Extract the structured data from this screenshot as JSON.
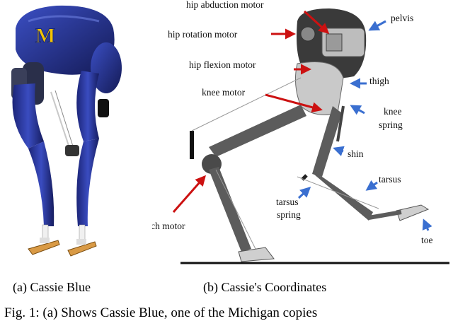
{
  "panel_a": {
    "logo_letter": "M",
    "caption": "(a) Cassie Blue",
    "colors": {
      "body_blue": "#2a3aa0",
      "body_dark": "#141a55",
      "logo_yellow": "#f4c400"
    }
  },
  "panel_b": {
    "caption": "(b) Cassie's Coordinates",
    "labels": {
      "hip_abduction_motor": "hip abduction motor",
      "hip_rotation_motor": "hip rotation motor",
      "hip_flexion_motor": "hip flexion motor",
      "knee_motor": "knee motor",
      "toe_pitch_motor": "toe pitch motor",
      "pelvis": "pelvis",
      "thigh": "thigh",
      "knee_spring_1": "knee",
      "knee_spring_2": "spring",
      "shin": "shin",
      "tarsus": "tarsus",
      "tarsus_spring_1": "tarsus",
      "tarsus_spring_2": "spring",
      "toe": "toe"
    },
    "colors": {
      "motor_arrow": "#cc1111",
      "part_arrow": "#3a6fd0",
      "link_gray": "#6b6b6b"
    }
  },
  "figure_caption": "Fig. 1: (a) Shows Cassie Blue, one of the Michigan copies"
}
